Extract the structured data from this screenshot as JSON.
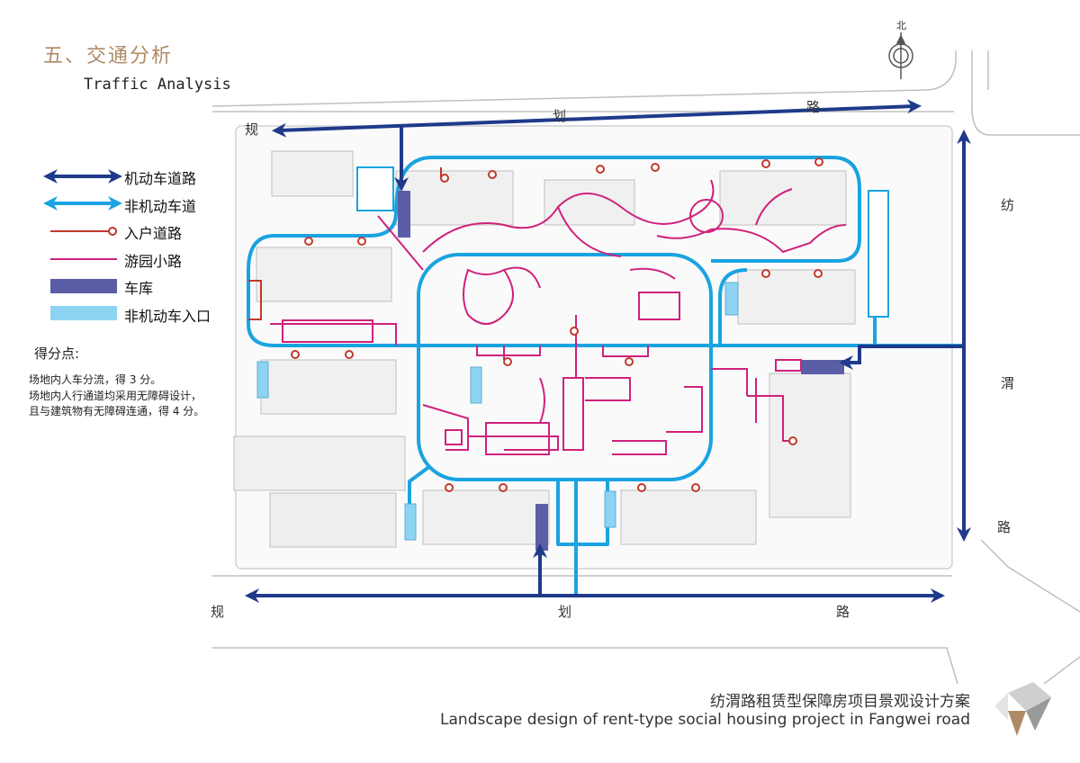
{
  "title": {
    "cn": "五、交通分析",
    "en": "Traffic Analysis"
  },
  "north_label": "北",
  "legend": [
    {
      "label": "机动车道路",
      "icon": "double-arrow-dark-blue",
      "color": "#1f3a8a"
    },
    {
      "label": "非机动车道",
      "icon": "double-arrow-light-blue",
      "color": "#1aa3e0"
    },
    {
      "label": "入户道路",
      "icon": "red-line-circle",
      "color": "#c0392b"
    },
    {
      "label": "游园小路",
      "icon": "magenta-line",
      "color": "#d0217c"
    },
    {
      "label": "车库",
      "icon": "purple-rectangle",
      "color": "#5b5ea6"
    },
    {
      "label": "非机动车入口",
      "icon": "light-blue-rectangle",
      "color": "#8ed3f2"
    }
  ],
  "score": {
    "title": "得分点:",
    "lines": [
      "场地内人车分流，得 3 分。",
      "场地内人行通道均采用无障碍设计，",
      "且与建筑物有无障碍连通，得 4 分。"
    ]
  },
  "roads": {
    "top": [
      "规",
      "划",
      "路"
    ],
    "bottom": [
      "规",
      "划",
      "路"
    ],
    "right": [
      "纺",
      "渭",
      "路"
    ]
  },
  "footer": {
    "cn": "纺渭路租赁型保障房项目景观设计方案",
    "en": "Landscape design of rent-type social housing project in Fangwei road"
  },
  "colors": {
    "motor": "#1f3a8a",
    "nonmotor": "#1aa3e0",
    "entry": "#c0392b",
    "garden": "#d0217c",
    "garage": "#5b5ea6",
    "bike_entry": "#8ed3f2",
    "title": "#b08a67"
  }
}
